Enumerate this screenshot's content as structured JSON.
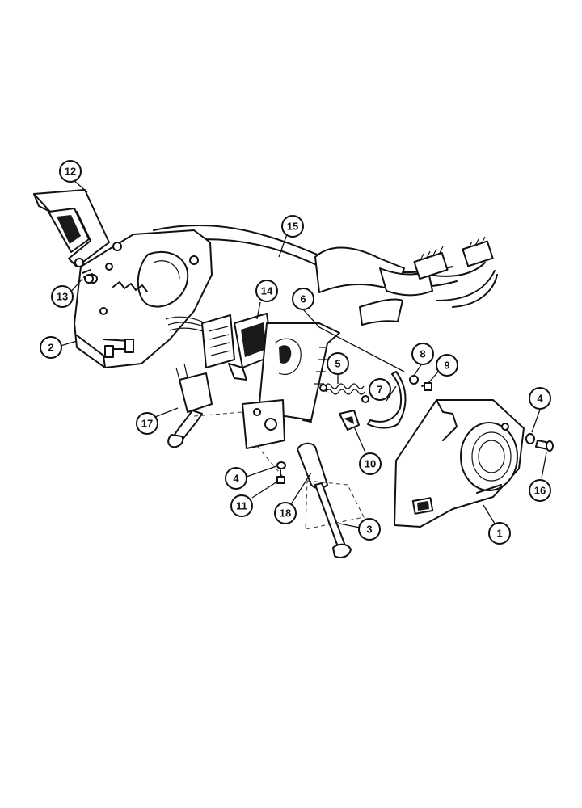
{
  "callouts": [
    {
      "id": "c1",
      "label": "1"
    },
    {
      "id": "c2",
      "label": "2"
    },
    {
      "id": "c3",
      "label": "3"
    },
    {
      "id": "c4a",
      "label": "4"
    },
    {
      "id": "c4b",
      "label": "4"
    },
    {
      "id": "c5",
      "label": "5"
    },
    {
      "id": "c6",
      "label": "6"
    },
    {
      "id": "c7",
      "label": "7"
    },
    {
      "id": "c8",
      "label": "8"
    },
    {
      "id": "c9",
      "label": "9"
    },
    {
      "id": "c10",
      "label": "10"
    },
    {
      "id": "c11",
      "label": "11"
    },
    {
      "id": "c12",
      "label": "12"
    },
    {
      "id": "c13",
      "label": "13"
    },
    {
      "id": "c14",
      "label": "14"
    },
    {
      "id": "c15",
      "label": "15"
    },
    {
      "id": "c16",
      "label": "16"
    },
    {
      "id": "c17",
      "label": "17"
    },
    {
      "id": "c18",
      "label": "18"
    }
  ]
}
